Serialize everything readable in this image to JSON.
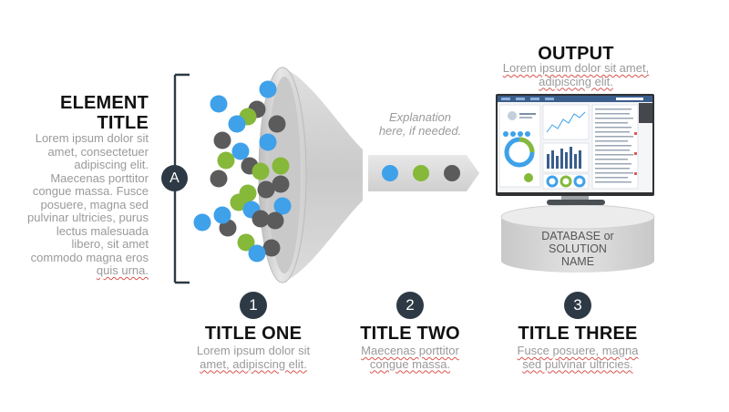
{
  "element": {
    "title_line1": "ELEMENT",
    "title_line2": "TITLE",
    "body_lines": [
      "Lorem ipsum dolor sit",
      "amet, consectetuer",
      "adipiscing elit.",
      "Maecenas porttitor",
      "congue massa. Fusce",
      "posuere, magna sed",
      "pulvinar ultricies, purus",
      "lectus malesuada",
      "libero, sit amet",
      "commodo magna eros",
      "quis urna."
    ],
    "marker": "A"
  },
  "output": {
    "title": "OUTPUT",
    "line1": "Lorem ipsum dolor sit amet,",
    "line2": "adipiscing elit."
  },
  "explanation": {
    "line1": "Explanation",
    "line2": "here, if needed."
  },
  "database": {
    "line1": "DATABASE or",
    "line2": "SOLUTION",
    "line3": "NAME"
  },
  "steps": [
    {
      "num": "1",
      "title": "TITLE ONE",
      "line1": "Lorem ipsum dolor sit",
      "line2": "amet, adipiscing elit."
    },
    {
      "num": "2",
      "title": "TITLE TWO",
      "line1": "Maecenas porttitor",
      "line2": "congue massa."
    },
    {
      "num": "3",
      "title": "TITLE THREE",
      "line1": "Fusce posuere, magna",
      "line2": "sed pulvinar ultricies."
    }
  ],
  "colors": {
    "blue": "#3ea1ea",
    "green": "#86b83a",
    "gray": "#5b5b5b",
    "dark": "#2d3a45",
    "funnel": "#d4d4d4"
  }
}
